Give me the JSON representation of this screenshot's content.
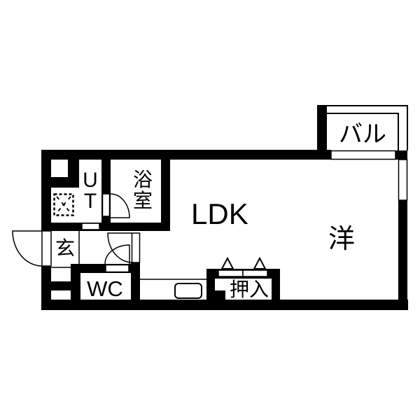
{
  "floor_plan": {
    "colors": {
      "wall": "#000000",
      "background": "#ffffff"
    },
    "rooms": {
      "ldk": {
        "label": "LDK"
      },
      "western_room": {
        "label": "洋"
      },
      "balcony": {
        "label": "バル"
      },
      "bathroom": {
        "label_lines": [
          "浴",
          "室"
        ]
      },
      "utility": {
        "label_lines": [
          "U",
          "T"
        ]
      },
      "entrance": {
        "label": "玄"
      },
      "toilet": {
        "label": "WC"
      },
      "closet": {
        "label": "押入"
      }
    },
    "fixtures": {
      "kitchen_sink": "sink-icon",
      "washing_machine_pan": "washing-machine-pan-icon",
      "closet_doors": "sliding-door-icon"
    }
  }
}
